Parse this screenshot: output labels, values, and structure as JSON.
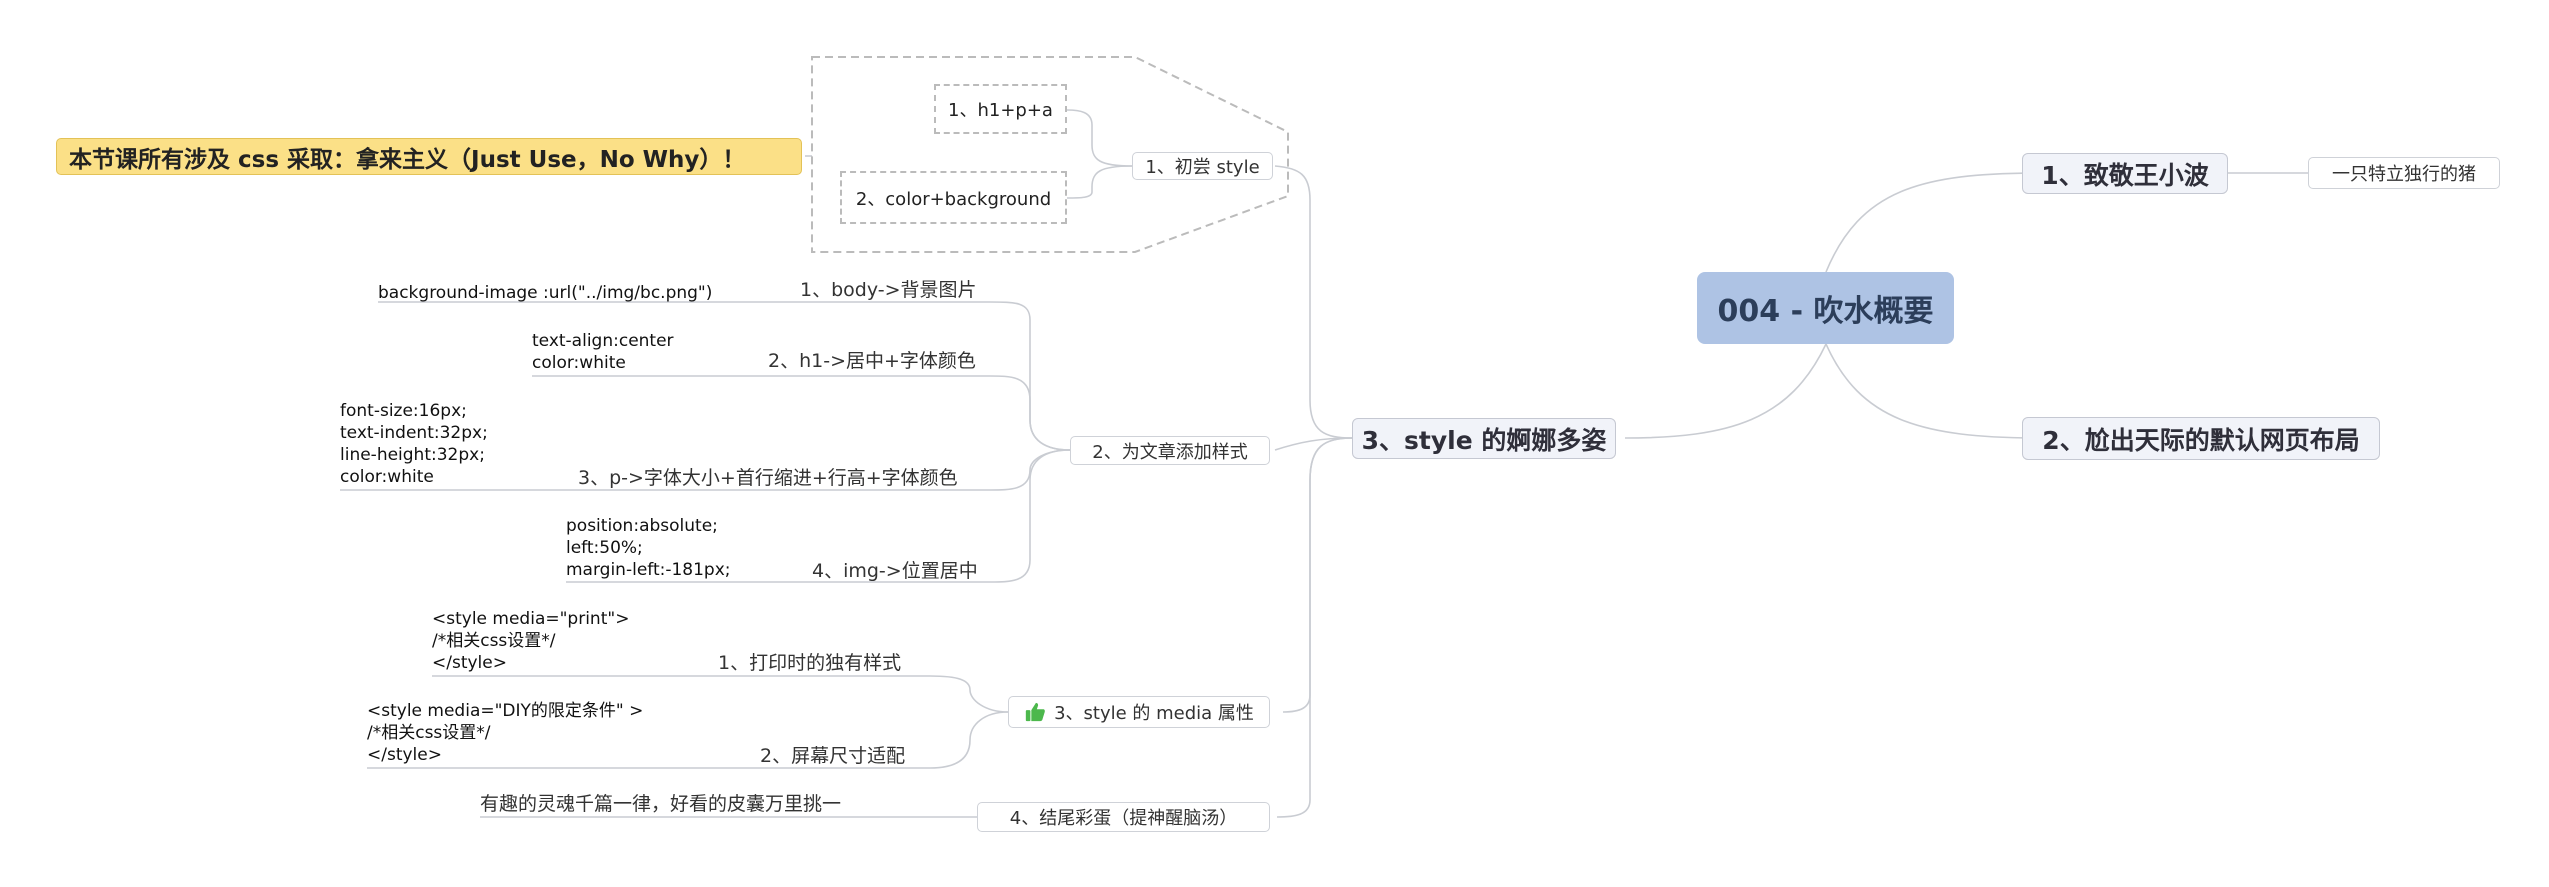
{
  "root": {
    "title": "004 - 吹水概要"
  },
  "branches": {
    "b1": {
      "label": "1、致敬王小波",
      "child": "一只特立独行的猪"
    },
    "b2": {
      "label": "2、尬出天际的默认网页布局"
    },
    "b3": {
      "label": "3、style 的婀娜多姿",
      "note": "本节课所有涉及 css 采取：拿来主义（Just Use，No Why）！",
      "s1": {
        "label": "1、初尝 style",
        "items": [
          "1、h1+p+a",
          "2、color+background"
        ]
      },
      "s2": {
        "label": "2、为文章添加样式",
        "items": [
          {
            "label": "1、body->背景图片",
            "code": "background-image :url(\"../img/bc.png\")"
          },
          {
            "label": "2、h1->居中+字体颜色",
            "code": "text-align:center\ncolor:white"
          },
          {
            "label": "3、p->字体大小+首行缩进+行高+字体颜色",
            "code": "font-size:16px;\ntext-indent:32px;\nline-height:32px;\ncolor:white"
          },
          {
            "label": "4、img->位置居中",
            "code": "position:absolute;\nleft:50%;\nmargin-left:-181px;"
          }
        ]
      },
      "s3": {
        "label": "3、style 的 media 属性",
        "icon": "thumbs-up-icon",
        "items": [
          {
            "label": "1、打印时的独有样式",
            "code": "<style media=\"print\">\n/*相关css设置*/\n</style>"
          },
          {
            "label": "2、屏幕尺寸适配",
            "code": "<style media=\"DIY的限定条件\" >\n/*相关css设置*/\n</style>"
          }
        ]
      },
      "s4": {
        "label": "4、结尾彩蛋（提神醒脑汤）",
        "child": "有趣的灵魂千篇一律，好看的皮囊万里挑一"
      }
    }
  },
  "colors": {
    "root_bg": "#aec3e4",
    "note_bg": "#fbe087",
    "line": "#c9ccd2",
    "dashed": "#bbbbbb",
    "icon": "#4cb84c"
  }
}
